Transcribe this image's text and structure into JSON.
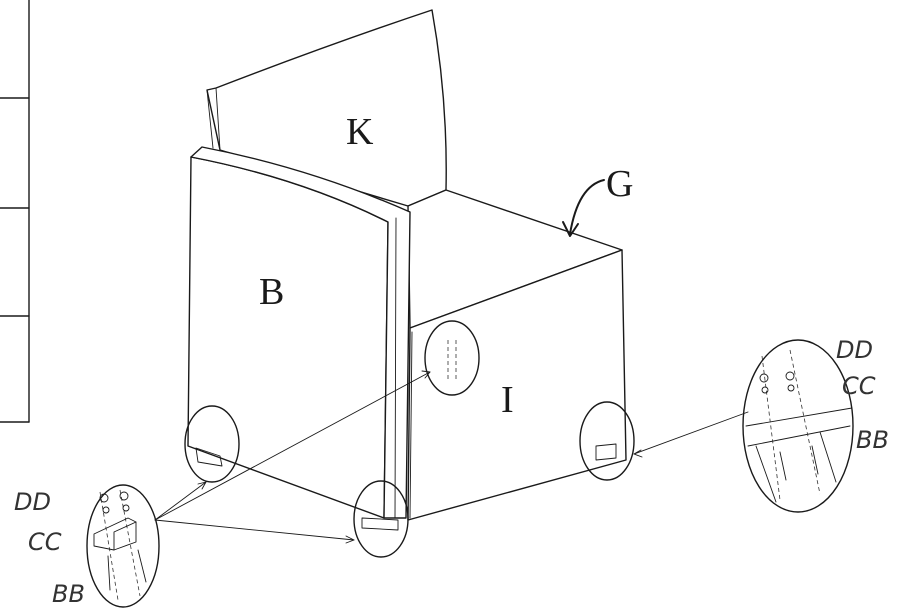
{
  "labels": {
    "part_k": "K",
    "part_b": "B",
    "part_g": "G",
    "part_i": "I"
  },
  "detail_left": {
    "dd": "DD",
    "cc": "CC",
    "bb": "BB"
  },
  "detail_right": {
    "dd": "DD",
    "cc": "CC",
    "bb": "BB"
  },
  "colors": {
    "ink": "#1a1a1a",
    "paper": "#ffffff"
  }
}
